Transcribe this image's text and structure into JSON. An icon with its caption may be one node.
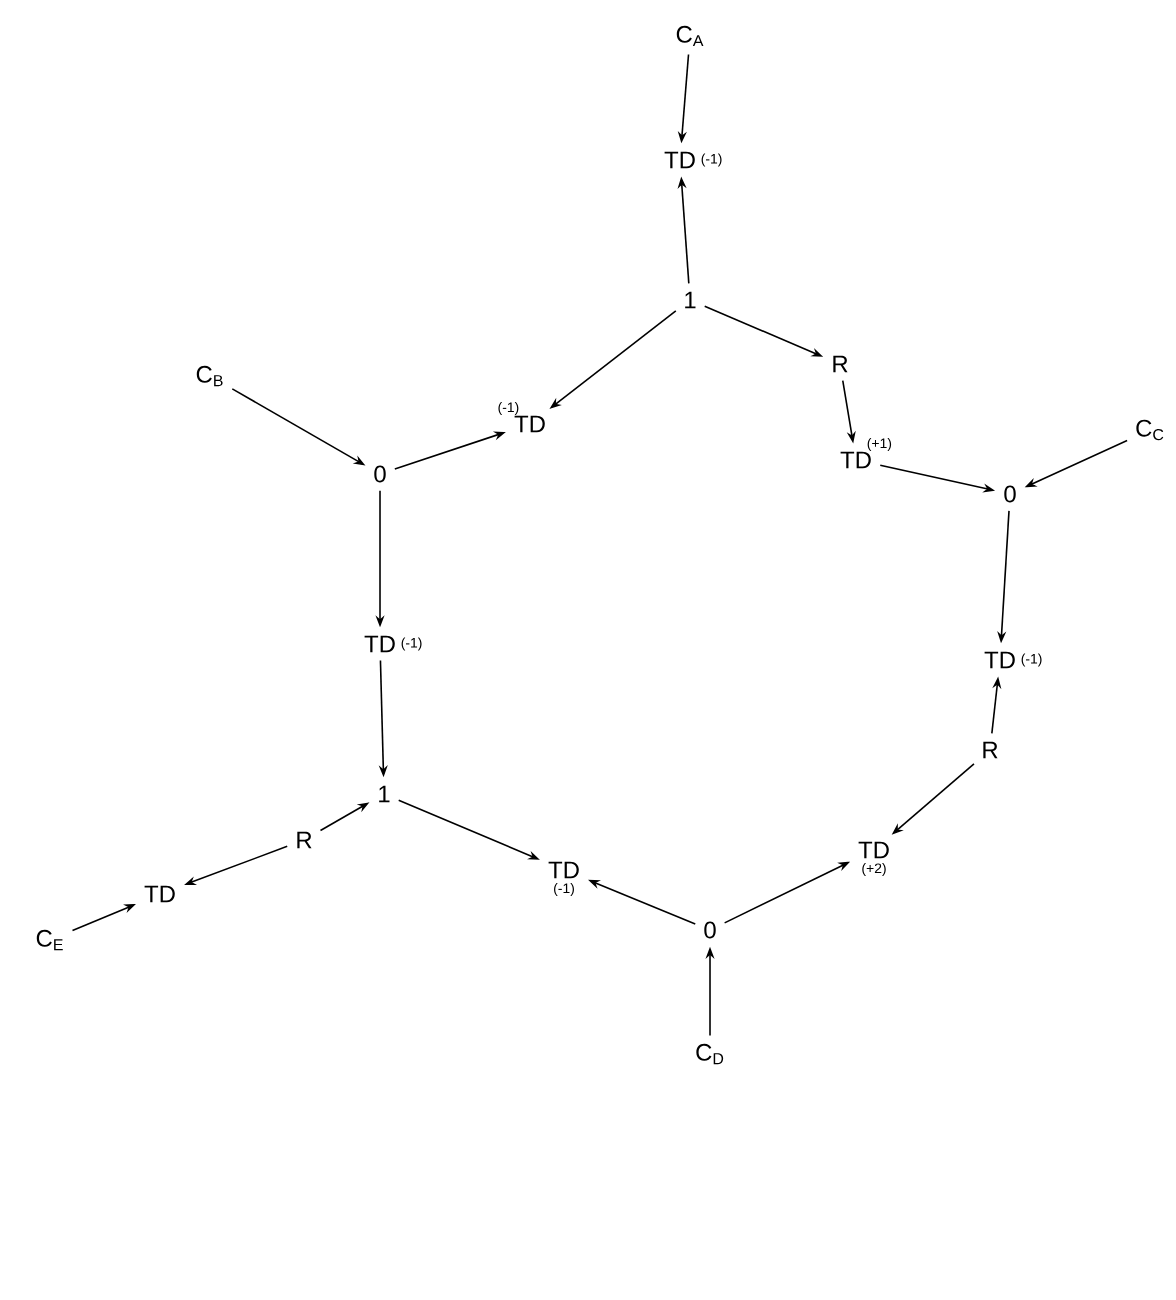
{
  "diagram": {
    "nodes": [
      {
        "text": [
          "C$_{A}$"
        ]
      },
      {
        "text": [
          "TD",
          "(-1)"
        ]
      },
      {
        "text": [
          "1"
        ]
      },
      {
        "text": [
          "(-1)",
          "TD"
        ]
      },
      {
        "text": [
          "C$_{B}$"
        ]
      },
      {
        "text": [
          "0"
        ]
      },
      {
        "text": [
          "TD",
          "(-1)"
        ]
      },
      {
        "text": [
          "1"
        ]
      },
      {
        "text": [
          "R"
        ]
      },
      {
        "text": [
          "TD"
        ]
      },
      {
        "text": [
          "C$_{E}$"
        ]
      },
      {
        "text": [
          "TD",
          "(-1)"
        ]
      },
      {
        "text": [
          "0"
        ]
      },
      {
        "text": [
          "C$_{D}$"
        ]
      },
      {
        "text": [
          "TD",
          "(+2)"
        ]
      },
      {
        "text": [
          "R"
        ]
      },
      {
        "text": [
          "TD",
          "(-1)"
        ]
      },
      {
        "text": [
          "0"
        ]
      },
      {
        "text": [
          "C$_{C}$"
        ]
      },
      {
        "text": [
          "(+1)",
          "TD"
        ]
      },
      {
        "text": [
          "R"
        ]
      }
    ],
    "edges": [
      {
        "from": 0,
        "to": 1,
        "arrow": "to"
      },
      {
        "from": 2,
        "to": 1,
        "arrow": "to"
      },
      {
        "from": 2,
        "to": 3,
        "arrow": "to"
      },
      {
        "from": 5,
        "to": 3,
        "arrow": "to"
      },
      {
        "from": 4,
        "to": 5,
        "arrow": "to"
      },
      {
        "from": 5,
        "to": 6,
        "arrow": "to"
      },
      {
        "from": 6,
        "to": 7,
        "arrow": "to"
      },
      {
        "from": 8,
        "to": 7,
        "arrow": "to"
      },
      {
        "from": 8,
        "to": 9,
        "arrow": "to"
      },
      {
        "from": 10,
        "to": 9,
        "arrow": "to"
      },
      {
        "from": 7,
        "to": 11,
        "arrow": "to"
      },
      {
        "from": 12,
        "to": 11,
        "arrow": "to"
      },
      {
        "from": 13,
        "to": 12,
        "arrow": "to"
      },
      {
        "from": 12,
        "to": 14,
        "arrow": "to"
      },
      {
        "from": 15,
        "to": 14,
        "arrow": "to"
      },
      {
        "from": 15,
        "to": 16,
        "arrow": "to"
      },
      {
        "from": 17,
        "to": 16,
        "arrow": "to"
      },
      {
        "from": 19,
        "to": 17,
        "arrow": "to"
      },
      {
        "from": 18,
        "to": 17,
        "arrow": "to"
      },
      {
        "from": 2,
        "to": 20,
        "arrow": "to"
      },
      {
        "from": 20,
        "to": 19,
        "arrow": "to"
      }
    ]
  }
}
